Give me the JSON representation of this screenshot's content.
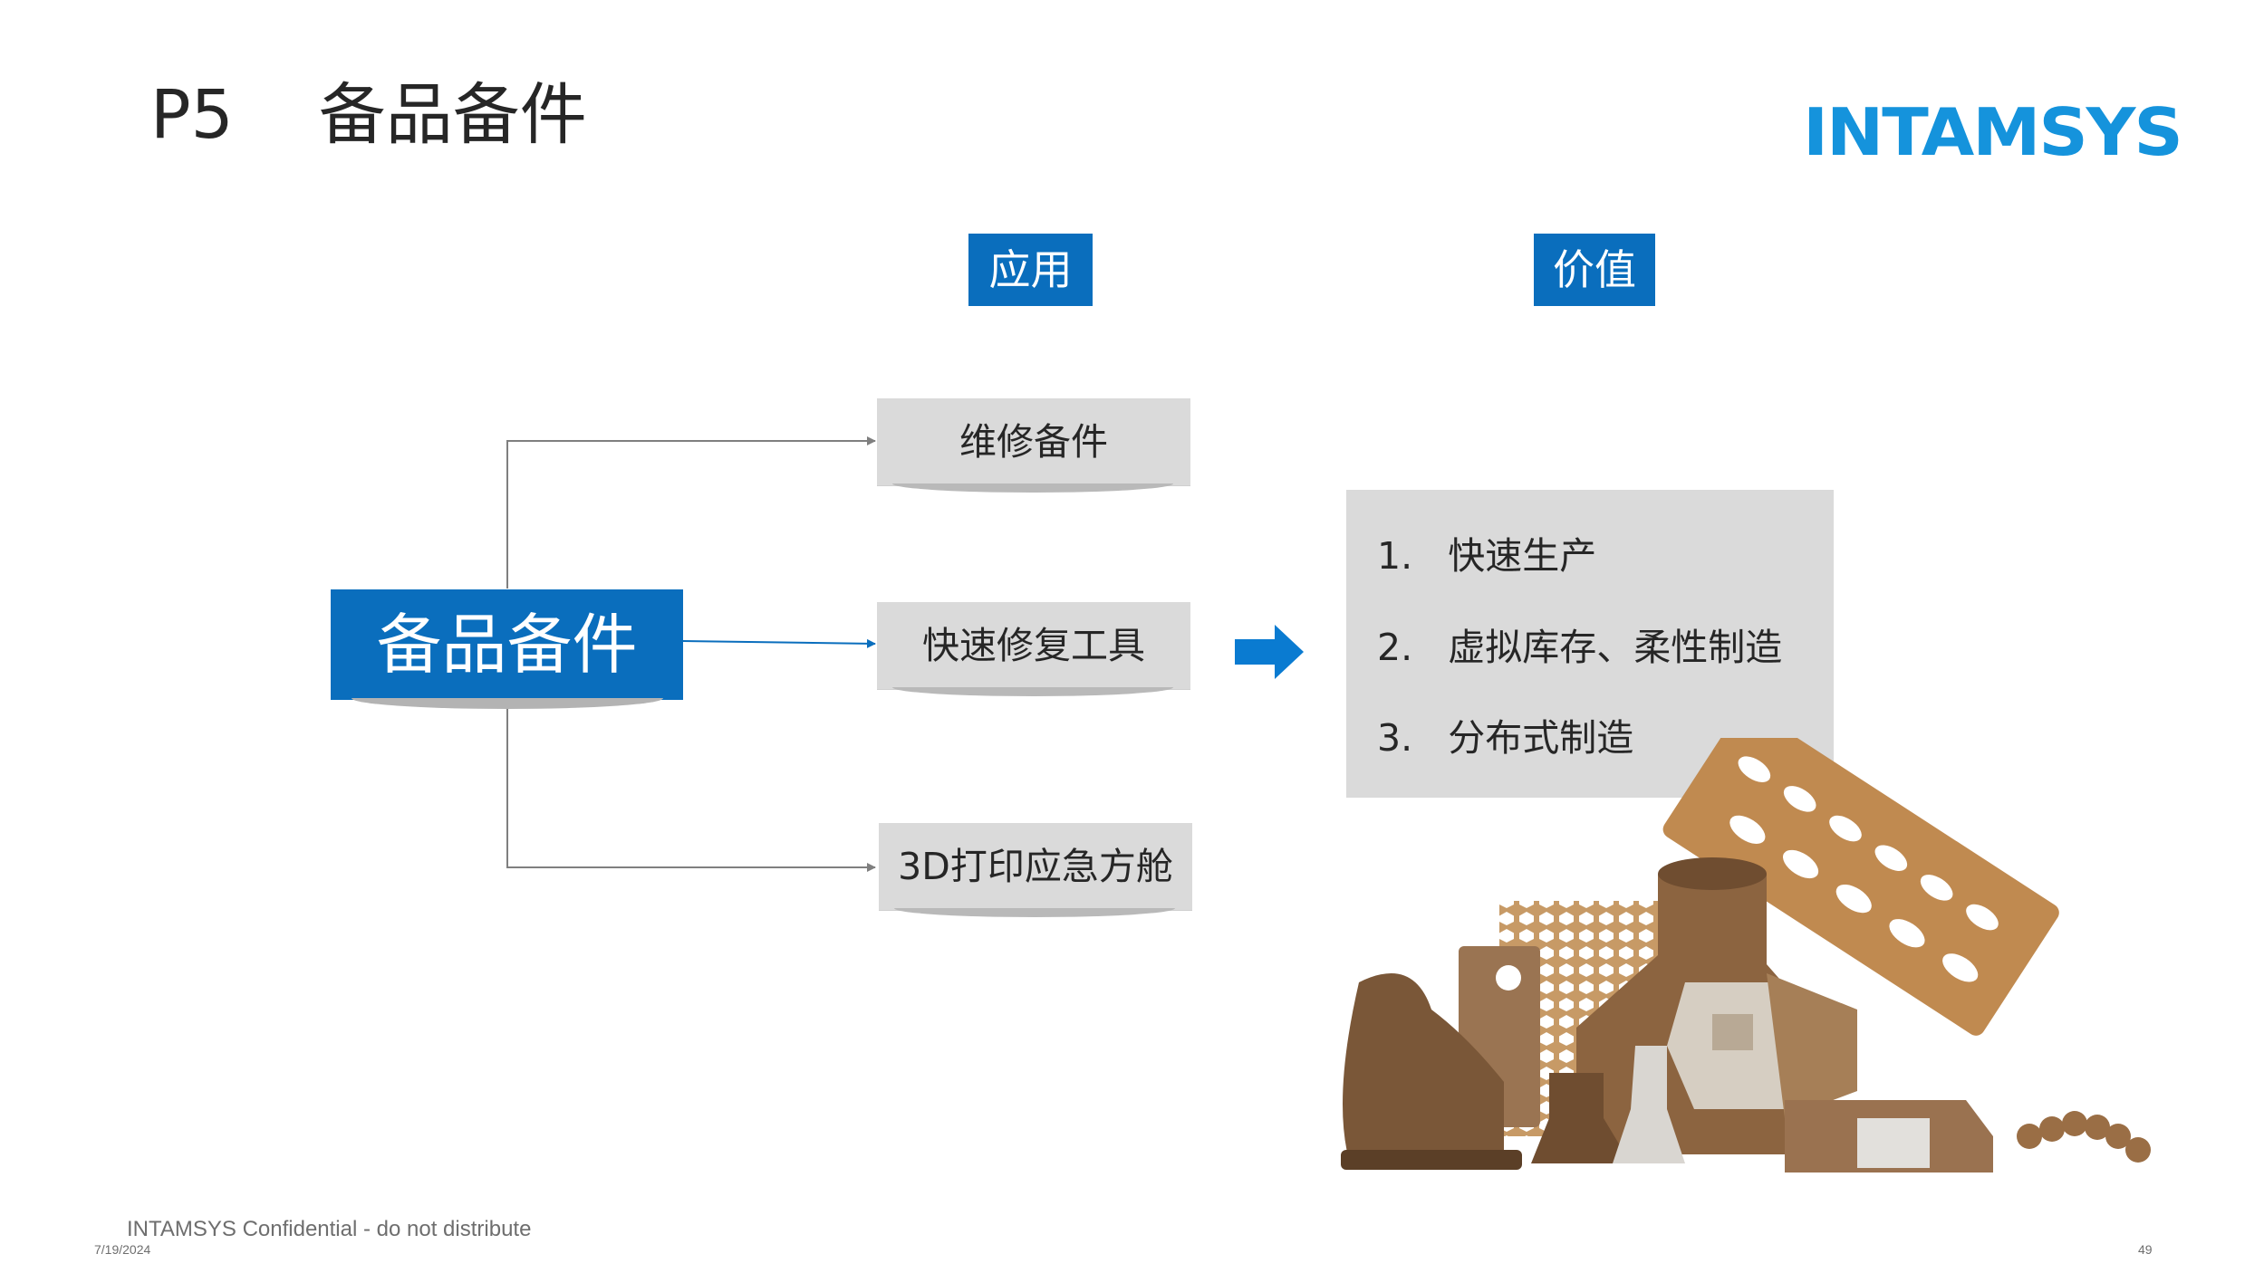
{
  "slide": {
    "title": "P5    备品备件",
    "logo_text": "INTAMSYS",
    "headers": {
      "application": "应用",
      "value": "价值"
    },
    "center_label": "备品备件",
    "applications": [
      "维修备件",
      "快速修复工具",
      "3D打印应急方舱"
    ],
    "values": [
      "1.   快速生产",
      "2.   虚拟库存、柔性制造",
      "3.   分布式制造"
    ],
    "footer": "INTAMSYS Confidential - do not distribute",
    "date": "7/19/2024",
    "page_number": "49"
  },
  "colors": {
    "accent_blue": "#0a6ebd",
    "logo_blue": "#1593dc",
    "box_gray": "#dadada",
    "connector_gray": "#7f7f7f"
  },
  "icons": [
    "right-arrow-icon",
    "connector-arrow-icon"
  ]
}
